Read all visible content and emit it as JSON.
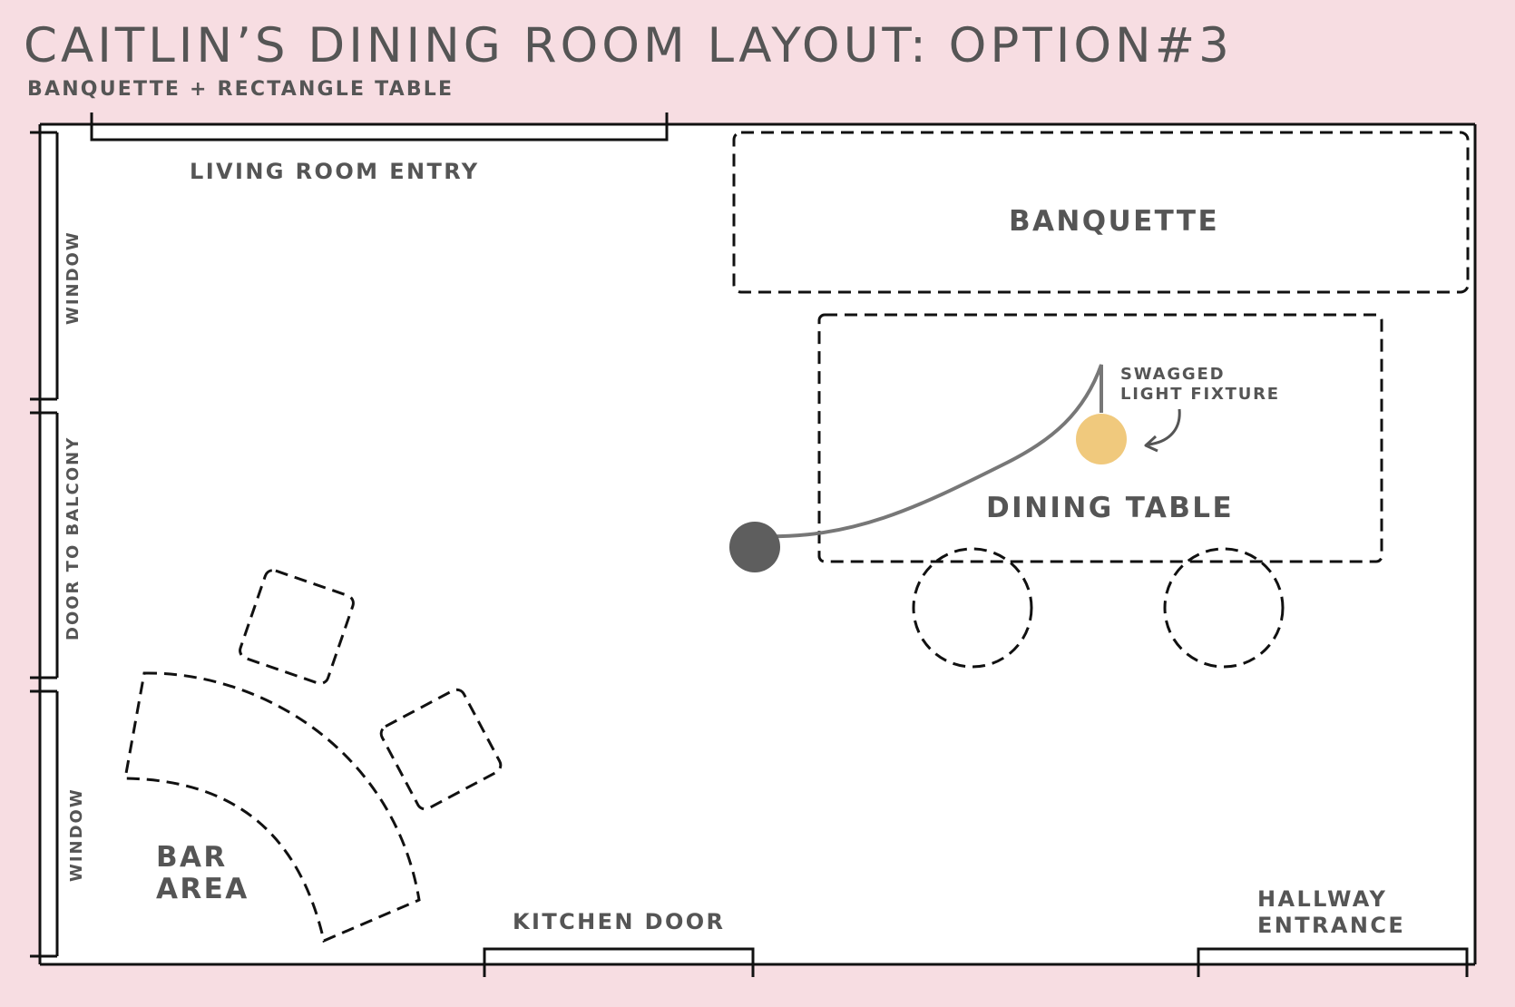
{
  "header": {
    "title": "CAITLIN’S DINING ROOM LAYOUT: OPTION#3",
    "subtitle": "BANQUETTE + RECTANGLE TABLE"
  },
  "labels": {
    "living_room_entry": "LIVING ROOM ENTRY",
    "banquette": "BANQUETTE",
    "dining_table": "DINING TABLE",
    "light_fixture_line1": "SWAGGED",
    "light_fixture_line2": "LIGHT FIXTURE",
    "window_top": "WINDOW",
    "door_to_balcony": "DOOR TO BALCONY",
    "window_bottom": "WINDOW",
    "bar_line1": "BAR",
    "bar_line2": "AREA",
    "kitchen_door": "KITCHEN DOOR",
    "hallway_line1": "HALLWAY",
    "hallway_line2": "ENTRANCE"
  },
  "colors": {
    "background": "#f7dde2",
    "floor": "#ffffff",
    "text": "#555555",
    "light_bulb": "#f0c97d",
    "outlet": "#5e5e5e",
    "cord": "#777777"
  }
}
